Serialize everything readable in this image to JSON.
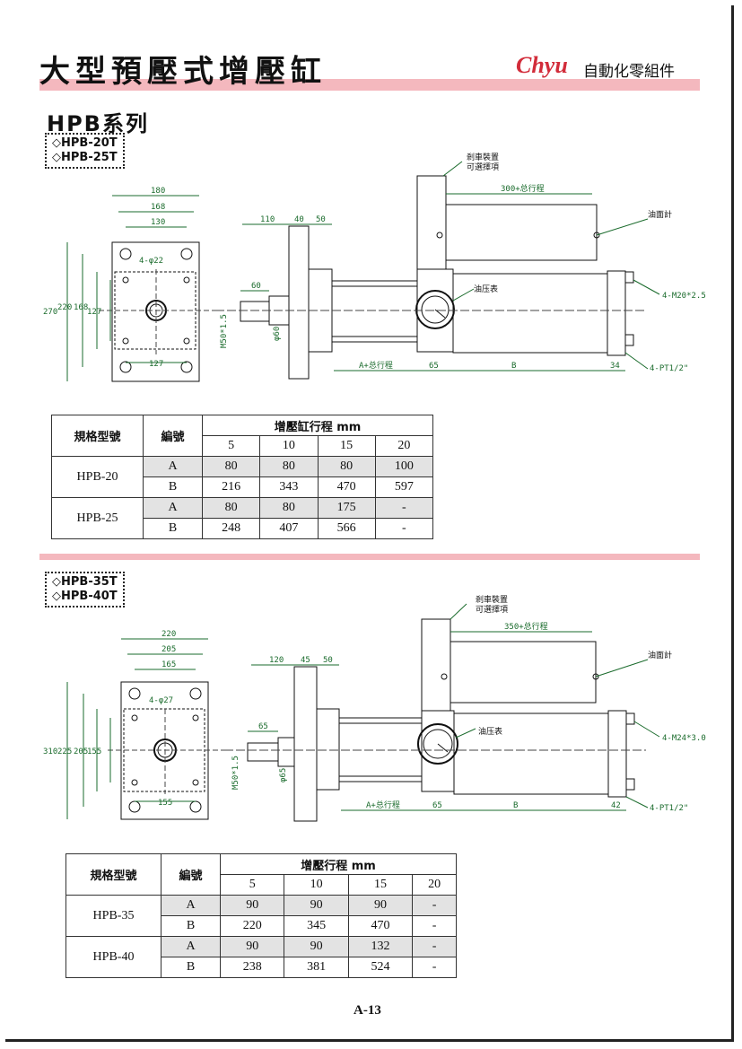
{
  "header": {
    "title": "大型預壓式增壓缸",
    "brand": "Chyu",
    "brand_sub": "自動化零組件"
  },
  "series_title": "HPB系列",
  "section1": {
    "models": [
      "◇HPB-20T",
      "◇HPB-25T"
    ],
    "drawing": {
      "top_dims": [
        "180",
        "168",
        "130"
      ],
      "hole_label": "4-φ22",
      "left_dims": [
        "270",
        "220",
        "168",
        "127"
      ],
      "bottom_dim": "127",
      "side_dims": [
        "110",
        "40",
        "50",
        "60"
      ],
      "thread_label": "M50*1.5",
      "dia_label": "φ60",
      "brake_label": [
        "剎車裝置",
        "可選擇項"
      ],
      "stroke_label": "300+总行程",
      "oil_meter": "油面計",
      "pressure_gauge": "油压表",
      "bolt_label": "4-M20*2.5",
      "bottom_labels": [
        "A+总行程",
        "65",
        "B",
        "34"
      ],
      "port_label": "4-PT1/2\""
    },
    "table": {
      "col_model": "規格型號",
      "col_code": "編號",
      "col_stroke": "增壓缸行程 mm",
      "strokes": [
        "5",
        "10",
        "15",
        "20"
      ],
      "rows": [
        {
          "model": "HPB-20",
          "a": [
            "80",
            "80",
            "80",
            "100"
          ],
          "b": [
            "216",
            "343",
            "470",
            "597"
          ]
        },
        {
          "model": "HPB-25",
          "a": [
            "80",
            "80",
            "175",
            "-"
          ],
          "b": [
            "248",
            "407",
            "566",
            "-"
          ]
        }
      ],
      "code_a": "A",
      "code_b": "B"
    }
  },
  "section2": {
    "models": [
      "◇HPB-35T",
      "◇HPB-40T"
    ],
    "drawing": {
      "top_dims": [
        "220",
        "205",
        "165"
      ],
      "hole_label": "4-φ27",
      "left_dims": [
        "310",
        "225",
        "205",
        "155"
      ],
      "bottom_dim": "155",
      "side_dims": [
        "120",
        "45",
        "50",
        "65"
      ],
      "thread_label": "M50*1.5",
      "dia_label": "φ65",
      "brake_label": [
        "剎車裝置",
        "可選擇項"
      ],
      "stroke_label": "350+总行程",
      "oil_meter": "油面計",
      "pressure_gauge": "油压表",
      "bolt_label": "4-M24*3.0",
      "bottom_labels": [
        "A+总行程",
        "65",
        "B",
        "42"
      ],
      "port_label": "4-PT1/2\""
    },
    "table": {
      "col_model": "規格型號",
      "col_code": "編號",
      "col_stroke": "增壓行程 mm",
      "strokes": [
        "5",
        "10",
        "15",
        "20"
      ],
      "rows": [
        {
          "model": "HPB-35",
          "a": [
            "90",
            "90",
            "90",
            "-"
          ],
          "b": [
            "220",
            "345",
            "470",
            "-"
          ]
        },
        {
          "model": "HPB-40",
          "a": [
            "90",
            "90",
            "132",
            "-"
          ],
          "b": [
            "238",
            "381",
            "524",
            "-"
          ]
        }
      ],
      "code_a": "A",
      "code_b": "B"
    }
  },
  "page_number": "A-13"
}
